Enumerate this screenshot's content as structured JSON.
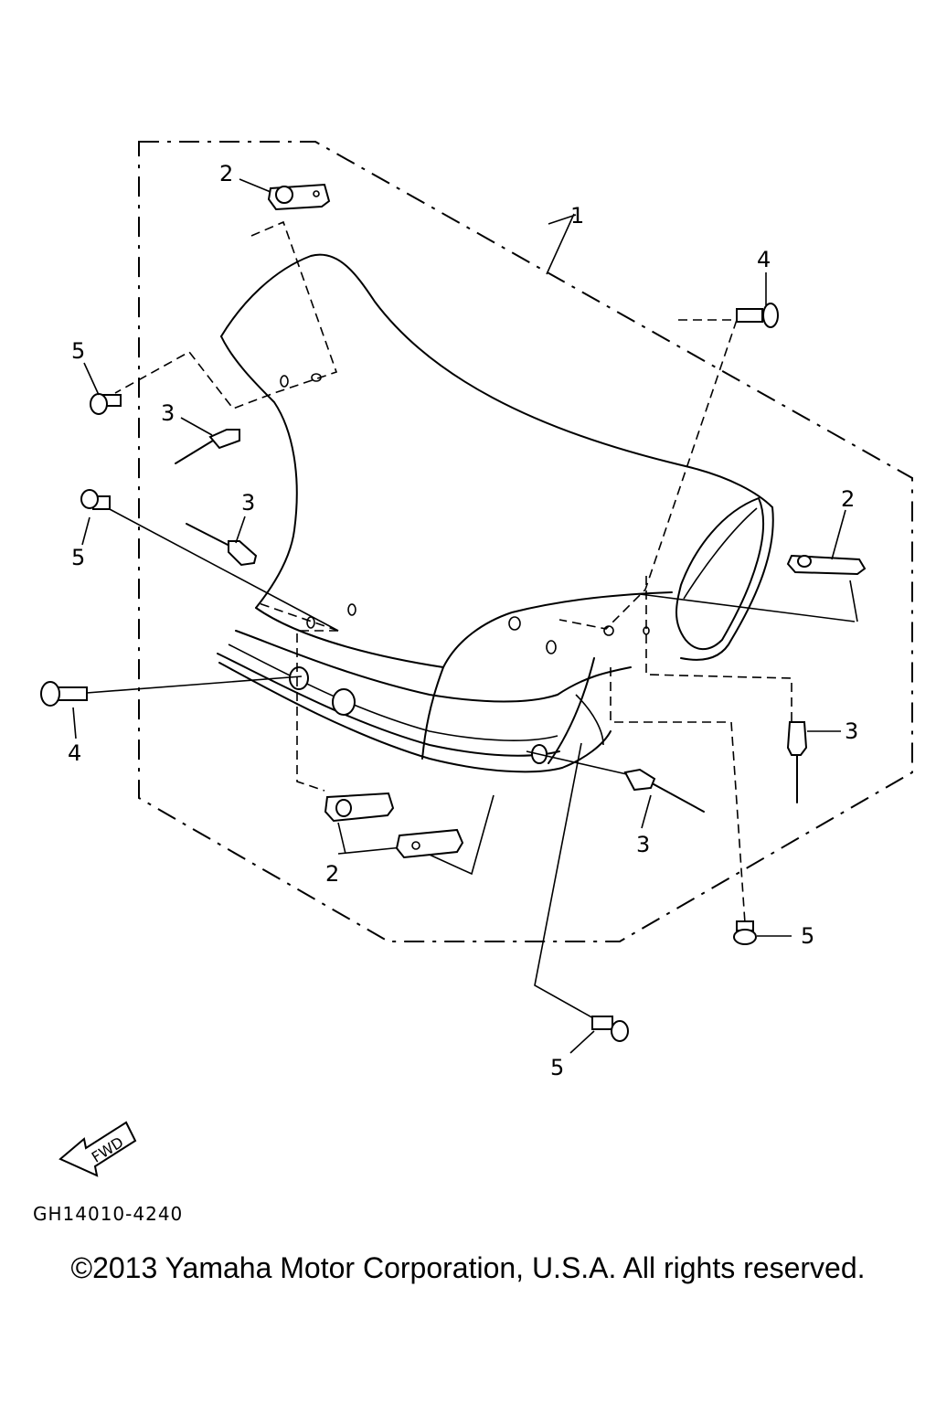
{
  "callouts": {
    "c1": "1",
    "c2a": "2",
    "c2b": "2",
    "c2c": "2",
    "c3a": "3",
    "c3b": "3",
    "c3c": "3",
    "c3d": "3",
    "c4a": "4",
    "c4b": "4",
    "c5a": "5",
    "c5b": "5",
    "c5c": "5",
    "c5d": "5"
  },
  "fwd_label": "FWD",
  "diagram_code": "GH14010-4240",
  "copyright": "©2013 Yamaha Motor Corporation, U.S.A. All rights reserved."
}
